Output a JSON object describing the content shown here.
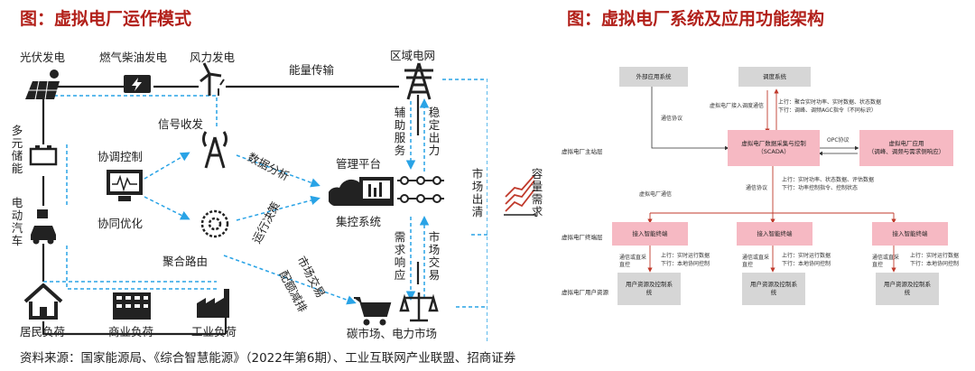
{
  "left": {
    "title": "图：虚拟电厂运作模式",
    "labels": {
      "solar": "光伏发电",
      "diesel": "燃气柴油发电",
      "wind": "风力发电",
      "energy_transfer": "能量传输",
      "regional_grid": "区域电网",
      "signal": "信号收发",
      "storage": "多元储能",
      "ev": "电动汽车",
      "coord_control": "协调控制",
      "coord_opt": "协同优化",
      "data_analysis": "数据分析",
      "operation_decision": "运行决策",
      "aggregate_route": "聚合路由",
      "mgmt_platform": "管理平台",
      "central_system": "集控系统",
      "aux_service": "辅助服务",
      "stable_output": "稳定出力",
      "demand_response": "需求响应",
      "market_trade": "市场交易",
      "market_clear": "市场出清",
      "capacity_demand": "容量需求",
      "market_trading2": "市场交易",
      "quota_reduce": "配额减排",
      "residential": "居民负荷",
      "commercial": "商业负荷",
      "industrial": "工业负荷",
      "carbon_power_market": "碳市场、电力市场"
    }
  },
  "right": {
    "title": "图：虚拟电厂系统及应用功能架构",
    "layers": {
      "main": "虚拟电厂主站层",
      "terminal": "虚拟电厂终端层",
      "user": "虚拟电厂用户资源"
    },
    "boxes": {
      "external": "外部应用系统",
      "dispatch": "调度系统",
      "scada_title": "虚拟电厂数据采集与控制",
      "scada_sub": "（SCADA）",
      "app_title": "虚拟电厂应用",
      "app_sub": "（调峰、调频与需求侧响应）",
      "smart_terminal_1": "接入智能终端",
      "smart_terminal_2": "接入智能终端",
      "smart_terminal_3": "接入智能终端",
      "user_res_1": "用户资源及控制系统",
      "user_res_2": "用户资源及控制系统",
      "user_res_3": "用户资源及控制系统"
    },
    "notes": {
      "comm_protocol": "通信协议",
      "access_dispatch": "虚拟电厂接入调度通信",
      "dispatch_up": "上行：聚合实时功率、实时数据、状态数据",
      "dispatch_down": "下行：调峰、调频AGC指令（不同标识）",
      "opc": "OPC协议",
      "comm_protocol2": "通信协议",
      "terminal_up": "上行：实时功率、状态数据、评估数据",
      "terminal_down": "下行：功率控制指令、控制状态",
      "vpp_comm": "虚拟电厂通信",
      "direct_1": "通信或直采直控",
      "direct_2": "通信或直采直控",
      "direct_3": "通信或直采直控",
      "up_1": "上行：实时运行数据",
      "down_1": "下行：本地协同控制",
      "up_2": "上行：实时运行数据",
      "down_2": "下行：本地协同控制",
      "up_3": "上行：实时运行数据",
      "down_3": "下行：本地协同控制"
    }
  },
  "source": "资料来源：国家能源局、《综合智慧能源》（2022年第6期）、工业互联网产业联盟、招商证券",
  "colors": {
    "title": "#b2201a",
    "dashed": "#29a3e6",
    "pink": "#f6b9c3",
    "arrow_red": "#c0392b"
  }
}
